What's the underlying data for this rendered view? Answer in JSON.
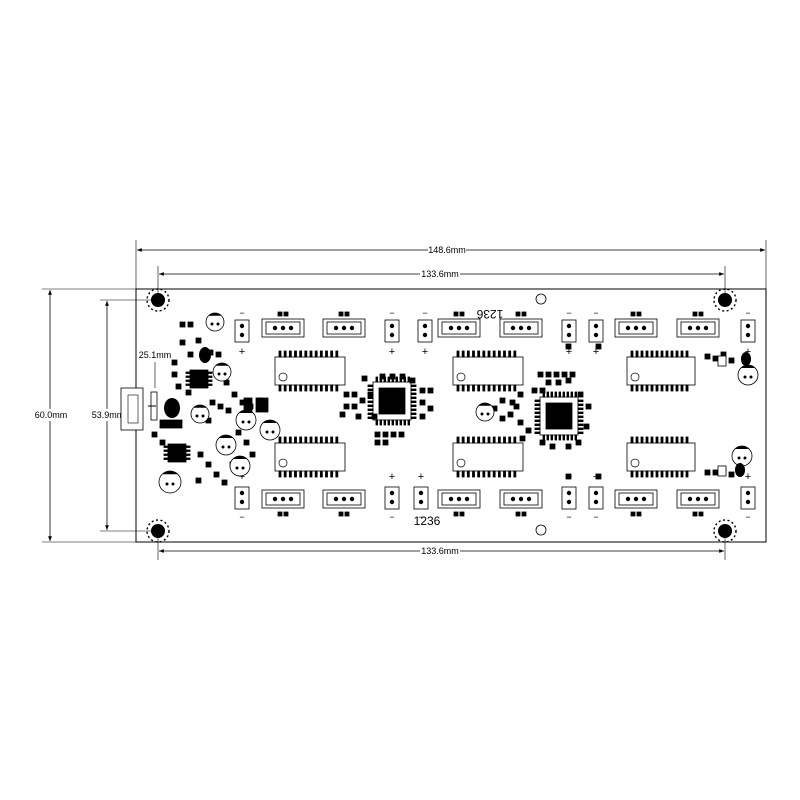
{
  "dimensions": {
    "overall_width": "148.6mm",
    "hole_spacing_top": "133.6mm",
    "hole_spacing_bottom": "133.6mm",
    "overall_height": "60.0mm",
    "hole_spacing_vertical": "53.9mm",
    "offset_label": "25.1mm"
  },
  "board": {
    "marking_top": "1236",
    "marking_bottom": "1236",
    "plus": "+",
    "minus": "−"
  }
}
